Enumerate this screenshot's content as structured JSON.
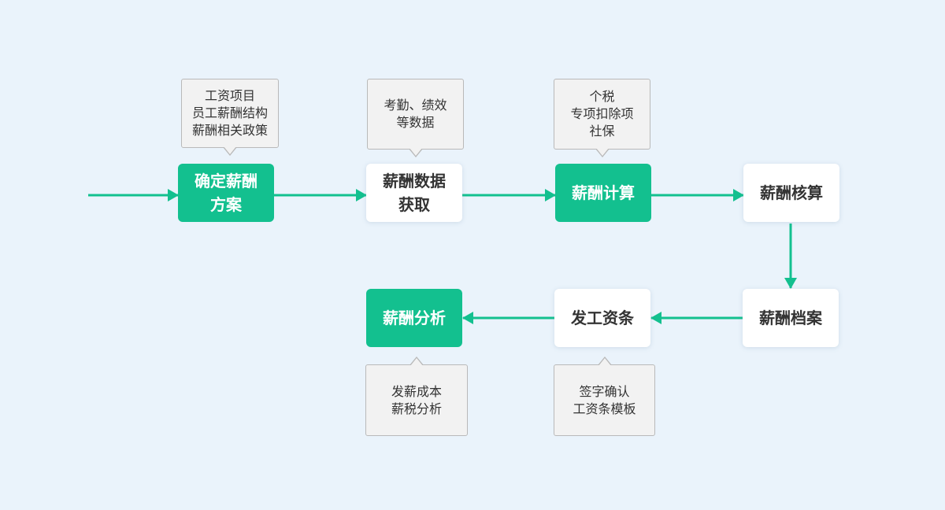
{
  "colors": {
    "background": "#eaf3fb",
    "accent_green": "#13c08f",
    "arrow": "#13c08f",
    "note_fill": "#f2f2f2",
    "note_border": "#b9b9b9"
  },
  "nodes": {
    "define_plan": "确定薪酬\n方案",
    "data_collect": "薪酬数据\n获取",
    "calculate": "薪酬计算",
    "check": "薪酬核算",
    "archive": "薪酬档案",
    "payslip": "发工资条",
    "analysis": "薪酬分析"
  },
  "notes": {
    "define_plan": "工资项目\n员工薪酬结构\n薪酬相关政策",
    "data_collect": "考勤、绩效\n等数据",
    "calculate": "个税\n专项扣除项\n社保",
    "payslip": "签字确认\n工资条模板",
    "analysis": "发薪成本\n薪税分析"
  }
}
